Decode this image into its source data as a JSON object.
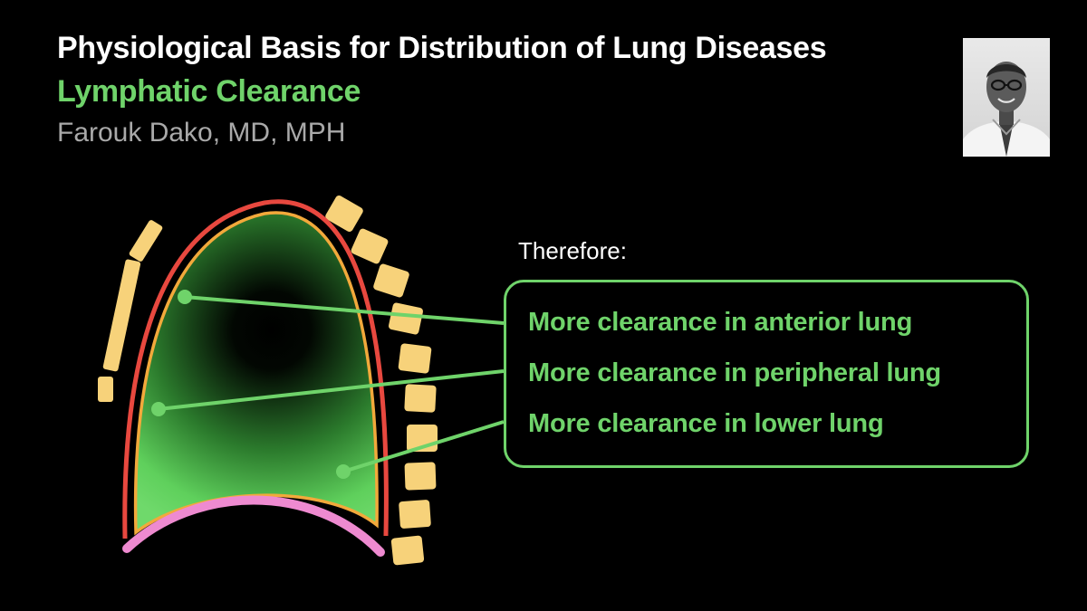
{
  "header": {
    "title": "Physiological Basis for Distribution of Lung Diseases",
    "subtitle": "Lymphatic Clearance",
    "author": "Farouk Dako, MD, MPH"
  },
  "summary": {
    "lead": "Therefore:",
    "items": [
      "More clearance in anterior lung",
      "More clearance in peripheral lung",
      "More clearance in lower lung"
    ]
  },
  "colors": {
    "accent_green": "#6fd36a",
    "rib_yellow": "#f7d27a",
    "pleura_red": "#e8483f",
    "pleura_orange": "#f2a93b",
    "diaphragm_pink": "#ee8ad0",
    "background": "#000000"
  }
}
